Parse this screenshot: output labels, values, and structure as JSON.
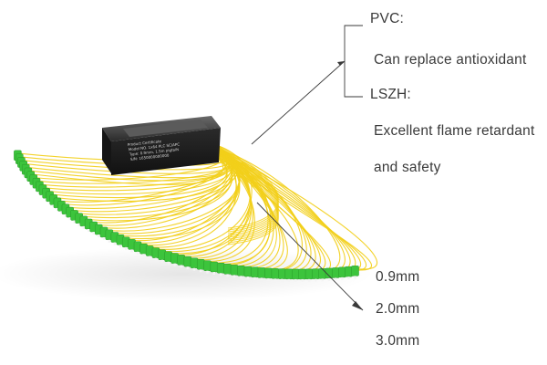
{
  "product": {
    "name": "PLC fiber optic splitter",
    "box_label_lines": [
      "Product Certificate",
      "Model NO. 1x64 PLC SC/APC",
      "Type: 0.9mm, 1.5m pigtails",
      "S/N: 1650000000000"
    ]
  },
  "jacket_annotation": {
    "material_1": "PVC:",
    "material_1_desc": "Can replace antioxidant",
    "material_2": "LSZH:",
    "material_2_desc_line1": "Excellent flame retardant",
    "material_2_desc_line2": "and safety"
  },
  "diameter_annotation": {
    "sizes": [
      "0.9mm",
      "2.0mm",
      "3.0mm"
    ]
  },
  "colors": {
    "fiber": "#f2cf1a",
    "connector": "#3cc43c",
    "box": "#1f1f1f",
    "text": "#3a3a3a"
  }
}
